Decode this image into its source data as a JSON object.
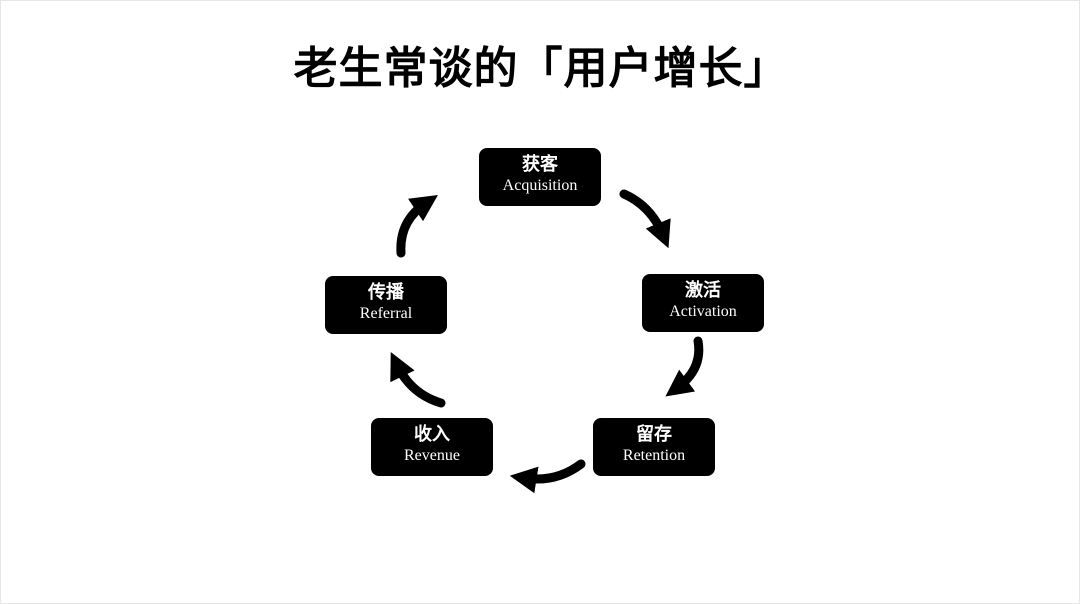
{
  "title": "老生常谈的「用户增长」",
  "colors": {
    "box_fill": "#000000",
    "box_text": "#ffffff",
    "arrow": "#000000",
    "background": "#ffffff"
  },
  "cycle": [
    {
      "cn": "获客",
      "en": "Acquisition"
    },
    {
      "cn": "激活",
      "en": "Activation"
    },
    {
      "cn": "留存",
      "en": "Retention"
    },
    {
      "cn": "收入",
      "en": "Revenue"
    },
    {
      "cn": "传播",
      "en": "Referral"
    }
  ],
  "arrows": [
    {
      "from": "Acquisition",
      "to": "Activation",
      "icon": "curved-arrow-icon"
    },
    {
      "from": "Activation",
      "to": "Retention",
      "icon": "curved-arrow-icon"
    },
    {
      "from": "Retention",
      "to": "Revenue",
      "icon": "curved-arrow-icon"
    },
    {
      "from": "Revenue",
      "to": "Referral",
      "icon": "curved-arrow-icon"
    },
    {
      "from": "Referral",
      "to": "Acquisition",
      "icon": "curved-arrow-icon"
    }
  ]
}
